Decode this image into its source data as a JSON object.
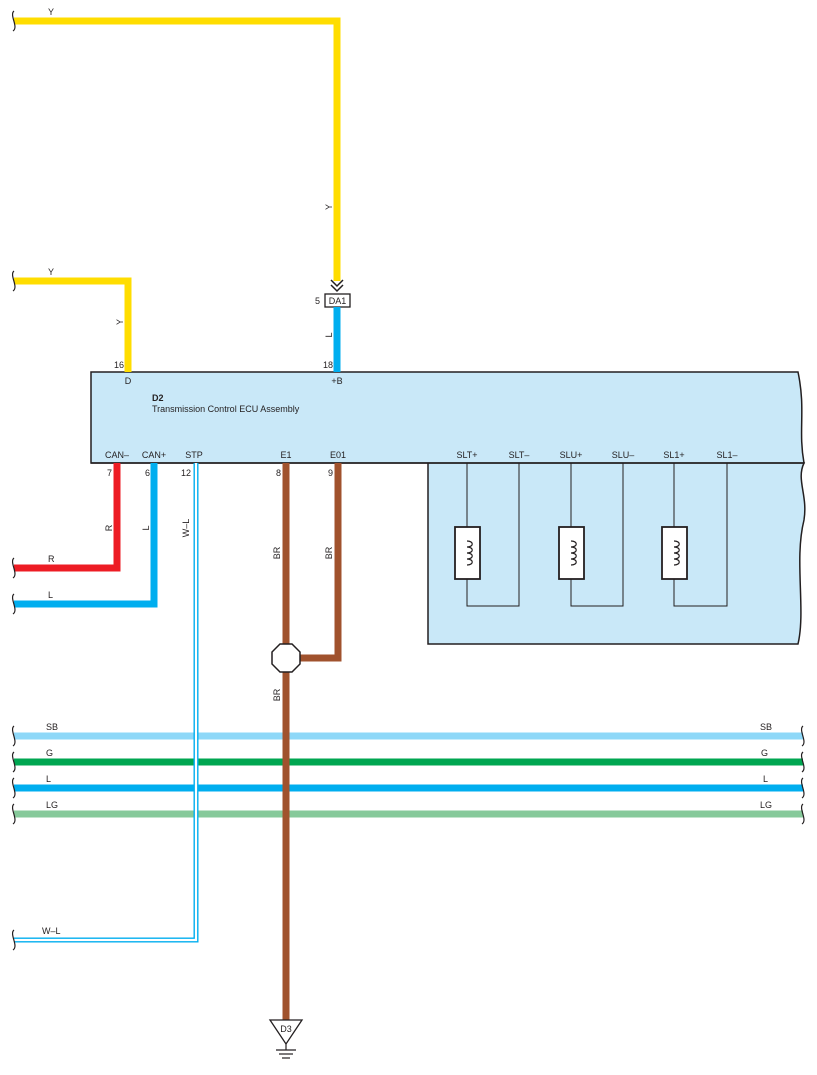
{
  "ecu": {
    "code": "D2",
    "name": "Transmission Control ECU Assembly",
    "pins_top": {
      "d": {
        "num": "16",
        "name": "D"
      },
      "b": {
        "num": "18",
        "name": "+B"
      }
    },
    "pins_bottom": {
      "canm": {
        "num": "7",
        "name": "CAN–"
      },
      "canp": {
        "num": "6",
        "name": "CAN+"
      },
      "stp": {
        "num": "12",
        "name": "STP"
      },
      "e1": {
        "num": "8",
        "name": "E1"
      },
      "e01": {
        "num": "9",
        "name": "E01"
      }
    },
    "solenoids": {
      "slt_p": "SLT+",
      "slt_m": "SLT–",
      "slu_p": "SLU+",
      "slu_m": "SLU–",
      "sl1_p": "SL1+",
      "sl1_m": "SL1–"
    }
  },
  "connector": {
    "name": "DA1",
    "pin": "5"
  },
  "ground": {
    "name": "D3"
  },
  "wires": {
    "y_top": "Y",
    "y_vertical": "Y",
    "y_left": "Y",
    "y_left_vertical": "Y",
    "l_plus_b": "L",
    "r_label": "R",
    "r_left": "R",
    "l_canp": "L",
    "l_left": "L",
    "wl_stp": "W–L",
    "wl_left": "W–L",
    "br_e1": "BR",
    "br_e01": "BR",
    "br_ground": "BR",
    "bus_sb_left": "SB",
    "bus_sb_right": "SB",
    "bus_g_left": "G",
    "bus_g_right": "G",
    "bus_l_left": "L",
    "bus_l_right": "L",
    "bus_lg_left": "LG",
    "bus_lg_right": "LG"
  },
  "colors": {
    "yellow": "#ffdd00",
    "blue": "#00aeef",
    "red": "#ed1c24",
    "brown": "#a0522d",
    "sky_blue": "#8ed8f8",
    "green": "#00a651",
    "light_green": "#86c99a",
    "ecu_fill": "#c9e8f8"
  }
}
